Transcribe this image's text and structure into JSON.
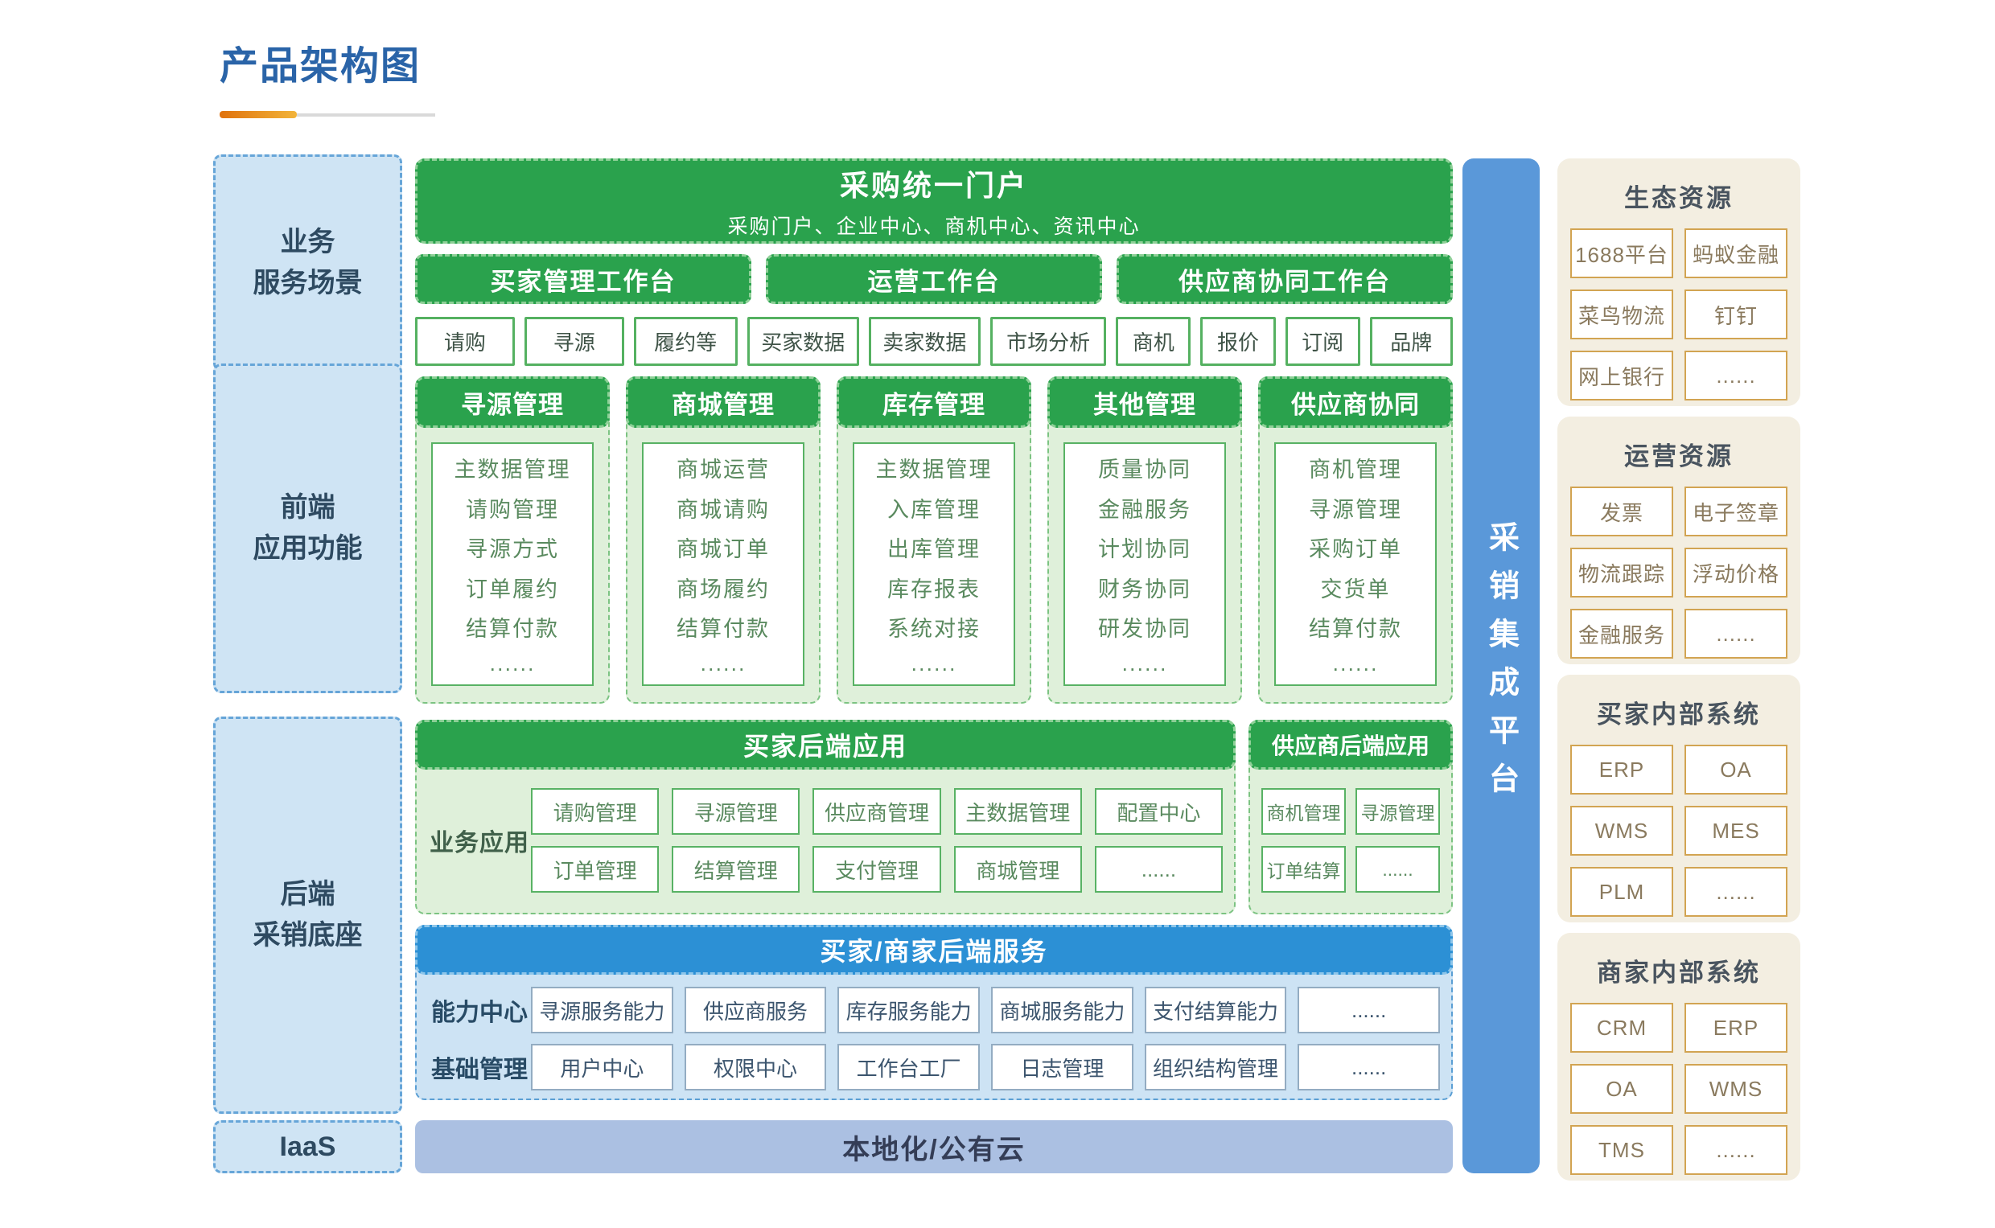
{
  "title": "产品架构图",
  "left_rail": [
    {
      "label": "业务\n服务场景"
    },
    {
      "label": "前端\n应用功能"
    },
    {
      "label": "后端\n采销底座"
    },
    {
      "label": "IaaS"
    }
  ],
  "portal": {
    "title": "采购统一门户",
    "subtitle": "采购门户、企业中心、商机中心、资讯中心"
  },
  "workbenches": [
    "买家管理工作台",
    "运营工作台",
    "供应商协同工作台"
  ],
  "scenario_items": [
    "请购",
    "寻源",
    "履约等",
    "买家数据",
    "卖家数据",
    "市场分析",
    "商机",
    "报价",
    "订阅",
    "品牌"
  ],
  "frontend_columns": [
    {
      "title": "寻源管理",
      "items": [
        "主数据管理",
        "请购管理",
        "寻源方式",
        "订单履约",
        "结算付款",
        "......"
      ]
    },
    {
      "title": "商城管理",
      "items": [
        "商城运营",
        "商城请购",
        "商城订单",
        "商场履约",
        "结算付款",
        "......"
      ]
    },
    {
      "title": "库存管理",
      "items": [
        "主数据管理",
        "入库管理",
        "出库管理",
        "库存报表",
        "系统对接",
        "......"
      ]
    },
    {
      "title": "其他管理",
      "items": [
        "质量协同",
        "金融服务",
        "计划协同",
        "财务协同",
        "研发协同",
        "......"
      ]
    },
    {
      "title": "供应商协同",
      "items": [
        "商机管理",
        "寻源管理",
        "采购订单",
        "交货单",
        "结算付款",
        "......"
      ]
    }
  ],
  "buyer_backend": {
    "title": "买家后端应用",
    "row_label": "业务应用",
    "rows": [
      [
        "请购管理",
        "寻源管理",
        "供应商管理",
        "主数据管理",
        "配置中心"
      ],
      [
        "订单管理",
        "结算管理",
        "支付管理",
        "商城管理",
        "......"
      ]
    ]
  },
  "supplier_backend": {
    "title": "供应商后端应用",
    "rows": [
      [
        "商机管理",
        "寻源管理"
      ],
      [
        "订单结算",
        "......"
      ]
    ]
  },
  "backend_services": {
    "title": "买家/商家后端服务",
    "rows": [
      {
        "label": "能力中心",
        "items": [
          "寻源服务能力",
          "供应商服务",
          "库存服务能力",
          "商城服务能力",
          "支付结算能力",
          "......"
        ]
      },
      {
        "label": "基础管理",
        "items": [
          "用户中心",
          "权限中心",
          "工作台工厂",
          "日志管理",
          "组织结构管理",
          "......"
        ]
      }
    ]
  },
  "cloud_bar": {
    "label": "本地化/公有云"
  },
  "integration_bar": {
    "label": "采销集成平台"
  },
  "right_panels": [
    {
      "title": "生态资源",
      "items": [
        "1688平台",
        "蚂蚁金融",
        "菜鸟物流",
        "钉钉",
        "网上银行",
        "......"
      ]
    },
    {
      "title": "运营资源",
      "items": [
        "发票",
        "电子签章",
        "物流跟踪",
        "浮动价格",
        "金融服务",
        "......"
      ]
    },
    {
      "title": "买家内部系统",
      "items": [
        "ERP",
        "OA",
        "WMS",
        "MES",
        "PLM",
        "......"
      ]
    },
    {
      "title": "商家内部系统",
      "items": [
        "CRM",
        "ERP",
        "OA",
        "WMS",
        "TMS",
        "......"
      ]
    }
  ],
  "colors": {
    "title_blue": "#2a64a8",
    "green": "#2aa24d",
    "green_light": "#dff0da",
    "blue_header": "#2c90d5",
    "blue_light": "#cde3f4",
    "rail_blue": "#cfe4f4",
    "periwinkle": "#abc0e2",
    "integration_blue": "#5a98d9",
    "beige": "#f3eee1",
    "beige_border": "#d2a452",
    "accent_orange": "#e0720d"
  }
}
